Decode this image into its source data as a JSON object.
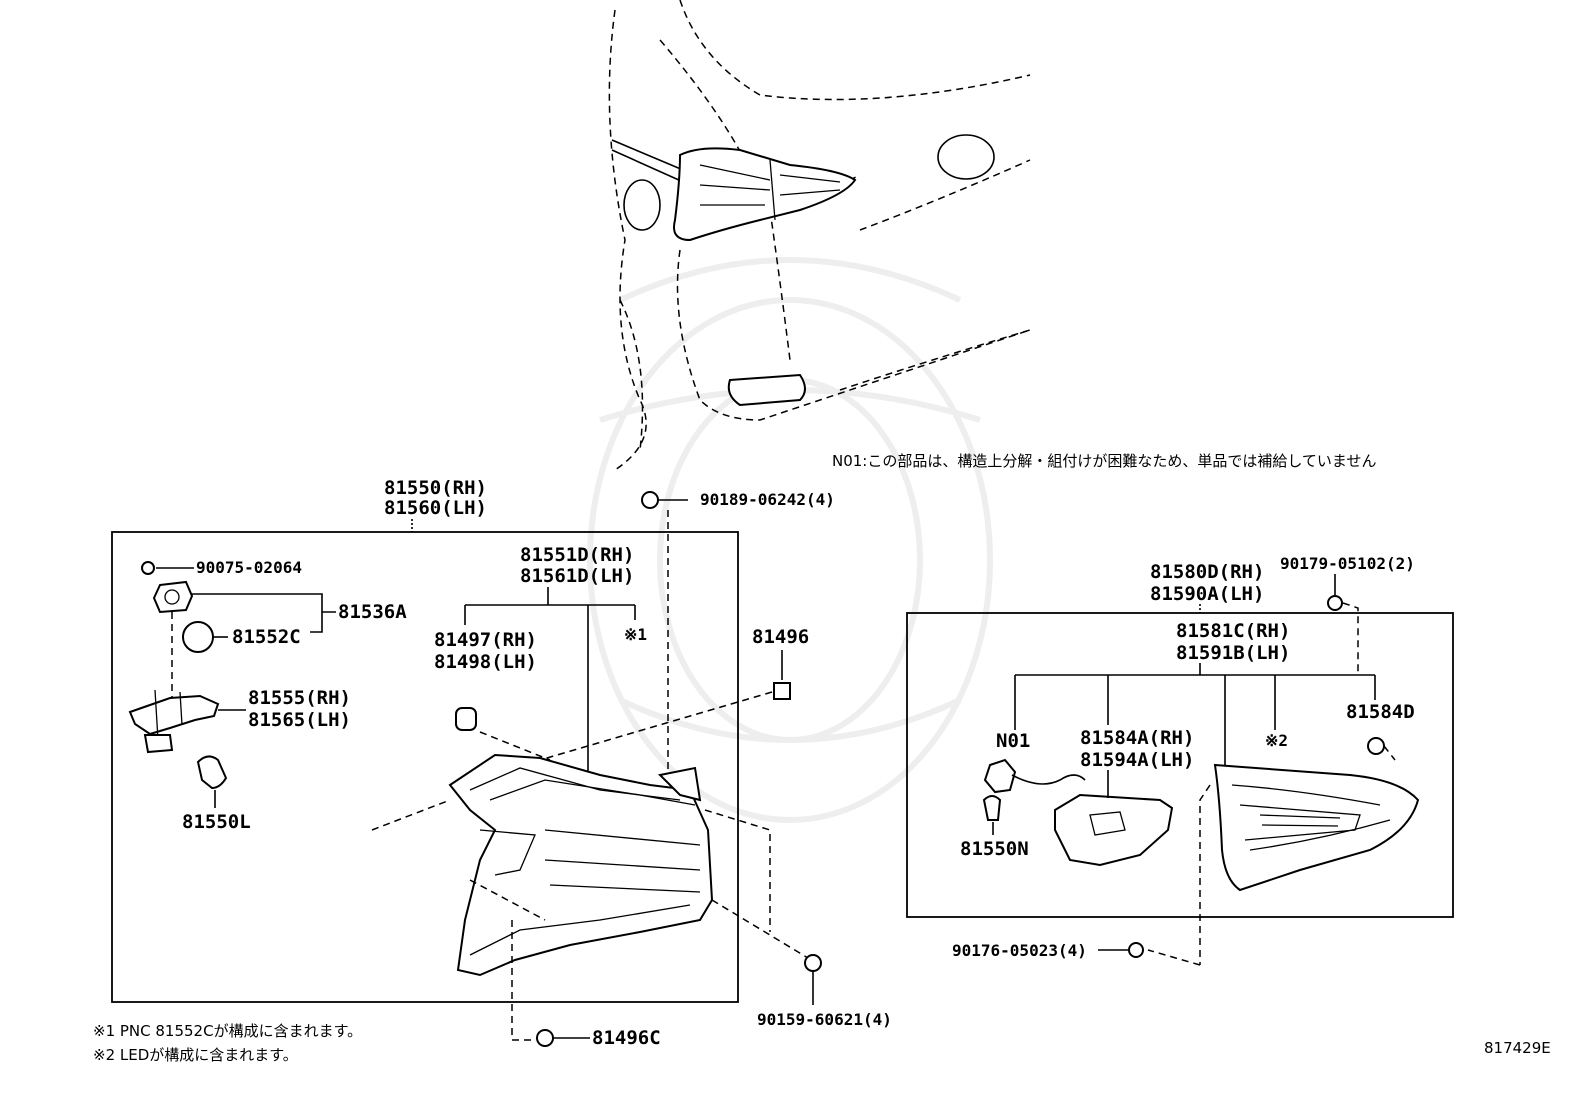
{
  "diagram_id": "817429E",
  "note_n01": "N01:この部品は、構造上分解・組付けが困難なため、単品では補給していません",
  "footnotes": [
    "※1 PNC 81552Cが構成に含まれます。",
    "※2 LEDが構成に含まれます。"
  ],
  "left_assembly": {
    "assy_rh": "81550(RH)",
    "assy_lh": "81560(LH)",
    "lens_rh": "81551D(RH)",
    "lens_lh": "81561D(LH)",
    "ref_mark1": "※1",
    "gasket_rh": "81497(RH)",
    "gasket_lh": "81498(LH)",
    "screw_top": "90189-06242(4)",
    "nut_81496": "81496",
    "screw_90075": "90075-02064",
    "socket_81536a": "81536A",
    "ring_81552c": "81552C",
    "wire_rh": "81555(RH)",
    "wire_lh": "81565(LH)",
    "bulb_81550l": "81550L",
    "screw_bottom": "90159-60621(4)",
    "clip_81496c": "81496C"
  },
  "right_assembly": {
    "assy_rh": "81580D(RH)",
    "assy_lh": "81590A(LH)",
    "sub_rh": "81581C(RH)",
    "sub_lh": "81591B(LH)",
    "screw_top": "90179-05102(2)",
    "n01": "N01",
    "cover_rh": "81584A(RH)",
    "cover_lh": "81594A(LH)",
    "ref_mark2": "※2",
    "cushion_81584d": "81584D",
    "bulb_81550n": "81550N",
    "screw_bottom": "90176-05023(4)"
  }
}
